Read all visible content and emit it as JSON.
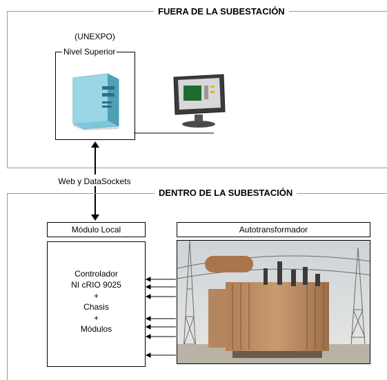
{
  "outside": {
    "title": "FUERA DE LA SUBESTACIÓN",
    "org": "(UNEXPO)",
    "level": "Nivel Superior"
  },
  "link_label": "Web y DataSockets",
  "inside": {
    "title": "DENTRO DE LA SUBESTACIÓN",
    "local_module": "Módulo Local",
    "autotransformer": "Autotransformador",
    "controller_lines": [
      "Controlador",
      "NI cRIO 9025",
      "+",
      "Chasis",
      "+",
      "Módulos"
    ]
  },
  "icons": [
    "server-icon",
    "monitor-icon",
    "transformer-photo"
  ]
}
